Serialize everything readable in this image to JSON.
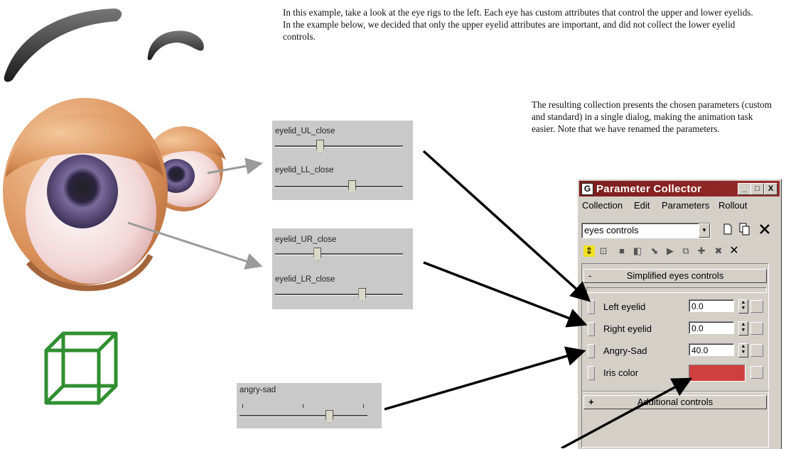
{
  "intro_text": "In this example, take a look at the eye rigs to the left. Each eye has custom attributes that control the upper and lower eyelids. In the example below, we decided that only the upper eyelid attributes are important, and did not collect the lower eyelid controls.",
  "result_text": "The resulting collection presents the chosen parameters (custom and standard) in a single dialog, making the animation task easier. Note that we have renamed the parameters.",
  "sliders_left": {
    "label_ul": "eyelid_UL_close",
    "label_ll": "eyelid_LL_close",
    "value_ul": 0.35,
    "value_ll": 0.6
  },
  "sliders_right": {
    "label_ur": "eyelid_UR_close",
    "label_lr": "eyelid_LR_close",
    "value_ur": 0.33,
    "value_lr": 0.68
  },
  "angry_slider": {
    "label": "angry-sad",
    "value": 0.7
  },
  "window": {
    "title": "Parameter Collector",
    "btn_min": "_",
    "btn_max": "□",
    "btn_close": "X",
    "menu": [
      "Collection",
      "Edit",
      "Parameters",
      "Rollout"
    ],
    "collection_name": "eyes controls",
    "rollout_1": "Simplified eyes controls",
    "rollout_1_toggle": "-",
    "rollout_2": "Additional controls",
    "rollout_2_toggle": "+",
    "params": [
      {
        "label": "Left eyelid",
        "value": "0.0"
      },
      {
        "label": "Right eyelid",
        "value": "0.0"
      },
      {
        "label": "Angry-Sad",
        "value": "40.0"
      }
    ],
    "iris_label": "Iris color",
    "iris_color": "#d04040"
  },
  "icons": {
    "app": "max-logo-icon",
    "new": "new-document-icon",
    "copy": "copy-icon",
    "delete": "delete-icon"
  }
}
